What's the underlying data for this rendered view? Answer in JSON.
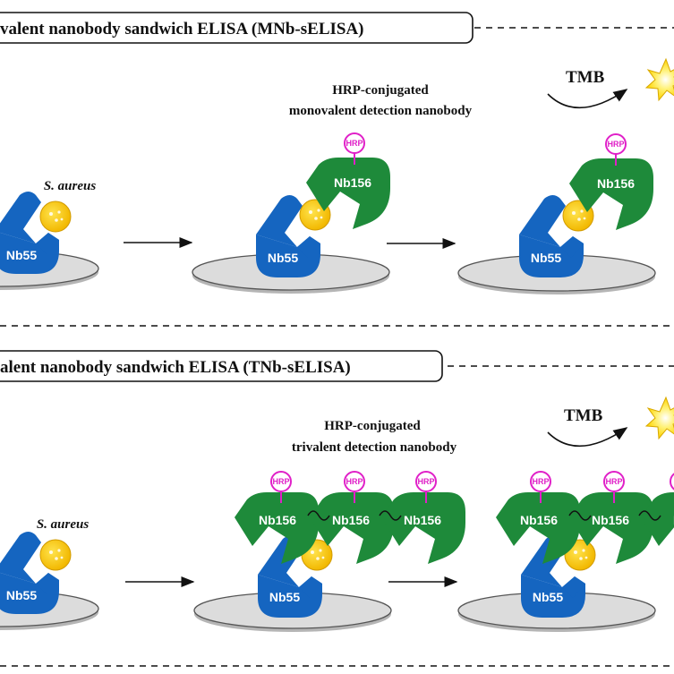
{
  "panels": {
    "mnb": {
      "title": "valent nanobody sandwich ELISA (MNb-sELISA)",
      "pathogen_label": "S. aureus",
      "detection_caption_line1": "HRP-conjugated",
      "detection_caption_line2": "monovalent detection nanobody",
      "capture_nb": "Nb55",
      "detection_nb": "Nb156",
      "hrp": "HRP",
      "substrate": "TMB"
    },
    "tnb": {
      "title": "alent nanobody sandwich ELISA (TNb-sELISA)",
      "pathogen_label": "S. aureus",
      "detection_caption_line1": "HRP-conjugated",
      "detection_caption_line2": "trivalent detection nanobody",
      "capture_nb": "Nb55",
      "detection_nb": "Nb156",
      "hrp": "HRP",
      "substrate": "TMB"
    }
  },
  "colors": {
    "capture_nanobody": "#1565c0",
    "detection_nanobody": "#1e8a3a",
    "hrp": "#e020c8",
    "pathogen": "#f2c200",
    "plate": "#d9d9d9",
    "signal": "#ffe000"
  }
}
